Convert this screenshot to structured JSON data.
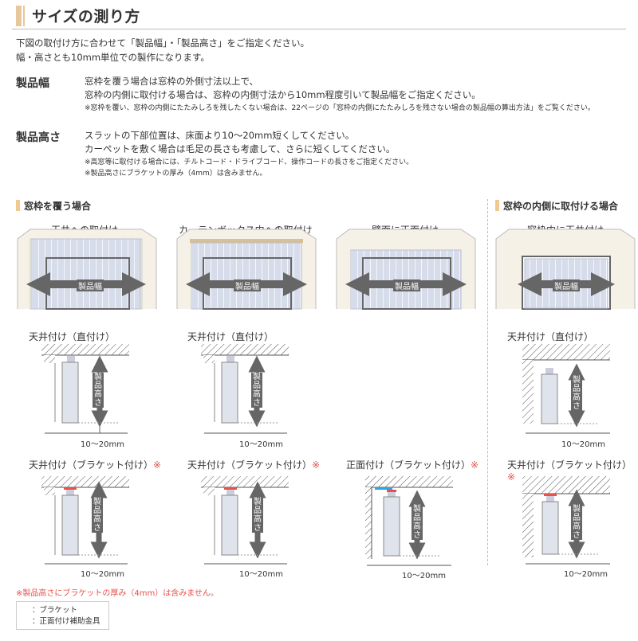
{
  "title": "サイズの測り方",
  "intro": [
    "下図の取付け方に合わせて「製品幅」・「製品高さ」をご指定ください。",
    "幅・高さとも10mm単位での製作になります。"
  ],
  "width_section": {
    "label": "製品幅",
    "lines": [
      "窓枠を覆う場合は窓枠の外側寸法以上で、",
      "窓枠の内側に取付ける場合は、窓枠の内側寸法から10mm程度引いて製品幅をご指定ください。"
    ],
    "note": "※窓枠を覆い、窓枠の内側にたたみしろを残したくない場合は、22ページの「窓枠の内側にたたみしろを残さない場合の製品幅の算出方法」をご覧ください。"
  },
  "height_section": {
    "label": "製品高さ",
    "lines": [
      "スラットの下部位置は、床面より10～20mm短くしてください。",
      "カーペットを敷く場合は毛足の長さも考慮して、さらに短くしてください。"
    ],
    "notes": [
      "※高窓等に取付ける場合には、チルトコード・ドライブコード、操作コードの長さをご指定ください。",
      "※製品高さにブラケットの厚み（4mm）は含みません。"
    ]
  },
  "cover_heading": "窓枠を覆う場合",
  "inside_heading": "窓枠の内側に取付ける場合",
  "windows": [
    {
      "caption": "天井への取付け",
      "width_label": "製品幅"
    },
    {
      "caption": "カーテンボックス内への取付け",
      "width_label": "製品幅"
    },
    {
      "caption": "壁面に正面付け",
      "width_label": "製品幅"
    },
    {
      "caption": "窓枠内に天井付け",
      "width_label": "製品幅"
    }
  ],
  "details_row1": [
    {
      "caption": "天井付け（直付け）",
      "height_label": "製品高さ",
      "gap": "10～20mm"
    },
    {
      "caption": "天井付け（直付け）",
      "height_label": "製品高さ",
      "gap": "10～20mm"
    },
    {
      "caption": "天井付け（直付け）",
      "height_label": "製品高さ",
      "gap": "10～20mm"
    }
  ],
  "details_row2": [
    {
      "caption": "天井付け（ブラケット付け）",
      "mark": "※",
      "height_label": "製品高さ",
      "gap": "10～20mm"
    },
    {
      "caption": "天井付け（ブラケット付け）",
      "mark": "※",
      "height_label": "製品高さ",
      "gap": "10～20mm"
    },
    {
      "caption": "正面付け（ブラケット付け）",
      "mark": "※",
      "height_label": "製品高さ",
      "gap": "10～20mm"
    },
    {
      "caption": "天井付け（ブラケット付け）",
      "mark": "※",
      "height_label": "製品高さ",
      "gap": "10～20mm"
    }
  ],
  "footnote": "※製品高さにブラケットの厚み（4mm）は含みません。",
  "legend": [
    {
      "label": "：ブラケット",
      "color": "#e8504a"
    },
    {
      "label": "：正面付け補助金具",
      "color": "#2aa8e0"
    }
  ],
  "colors": {
    "accent": "#e8c89a",
    "blind": "#c9d2e2",
    "arrow": "#666666",
    "bracket": "#e8504a",
    "aux": "#2aa8e0"
  }
}
